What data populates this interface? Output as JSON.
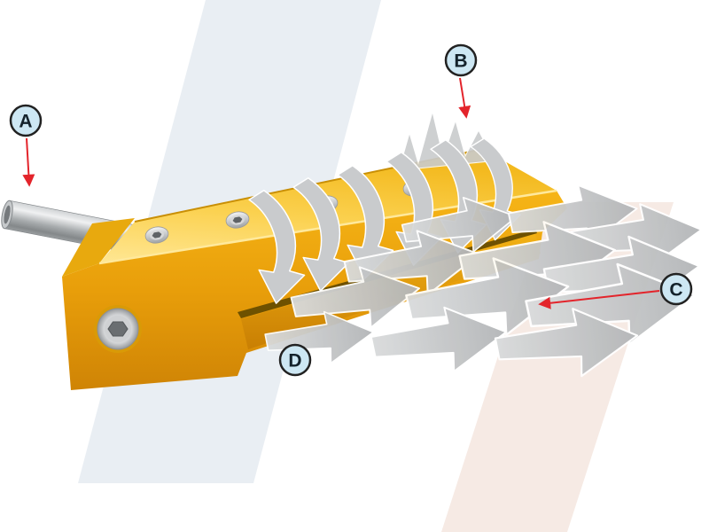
{
  "figure": {
    "kind": "technical-illustration",
    "callouts": [
      {
        "letter": "A"
      },
      {
        "letter": "B"
      },
      {
        "letter": "C"
      },
      {
        "letter": "D"
      }
    ],
    "colors": {
      "background": "#ffffff",
      "band_blue": "#e9eef3",
      "band_pink": "#f6eae4",
      "body_gold_light": "#ffe794",
      "body_gold": "#f3b91e",
      "body_gold_dark": "#cf8405",
      "slot_dark": "#6e5100",
      "air_gray": "#c9cbcd",
      "air_gray_light": "#d9dbdc",
      "air_gray_dark": "#b3b5b7",
      "tube_silver": "#b9bcbe",
      "screw_silver": "#d2d4d6",
      "label_fill": "#cde7f3",
      "label_border": "#222222",
      "label_text": "#14222b",
      "callout_red": "#e3242b"
    }
  }
}
